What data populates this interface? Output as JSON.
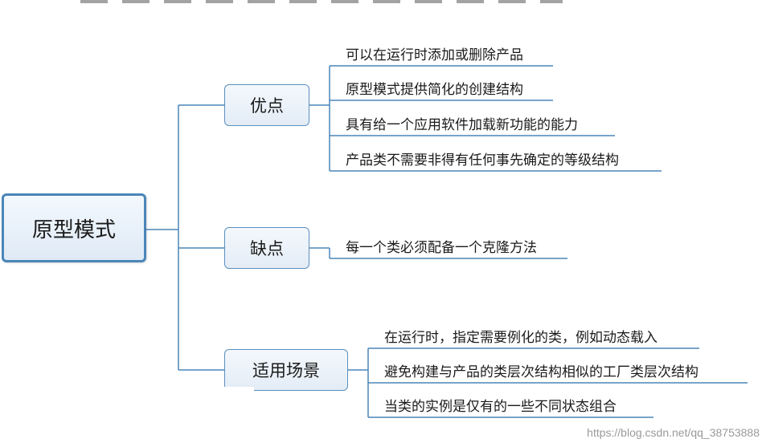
{
  "diagram": {
    "root": {
      "label": "原型模式"
    },
    "branches": [
      {
        "label": "优点",
        "items": [
          "可以在运行时添加或删除产品",
          "原型模式提供简化的创建结构",
          "具有给一个应用软件加载新功能的能力",
          "产品类不需要非得有任何事先确定的等级结构"
        ]
      },
      {
        "label": "缺点",
        "items": [
          "每一个类必须配备一个克隆方法"
        ]
      },
      {
        "label": "适用场景",
        "items": [
          "在运行时，指定需要例化的类，例如动态载入",
          "避免构建与产品的类层次结构相似的工厂类层次结构",
          "当类的实例是仅有的一些不同状态组合"
        ]
      }
    ]
  },
  "watermark": "https://blog.csdn.net/qq_38753888",
  "colors": {
    "connector": "#4a86b8",
    "root_border": "#4a86b8",
    "branch_border": "#5b8fbf"
  }
}
